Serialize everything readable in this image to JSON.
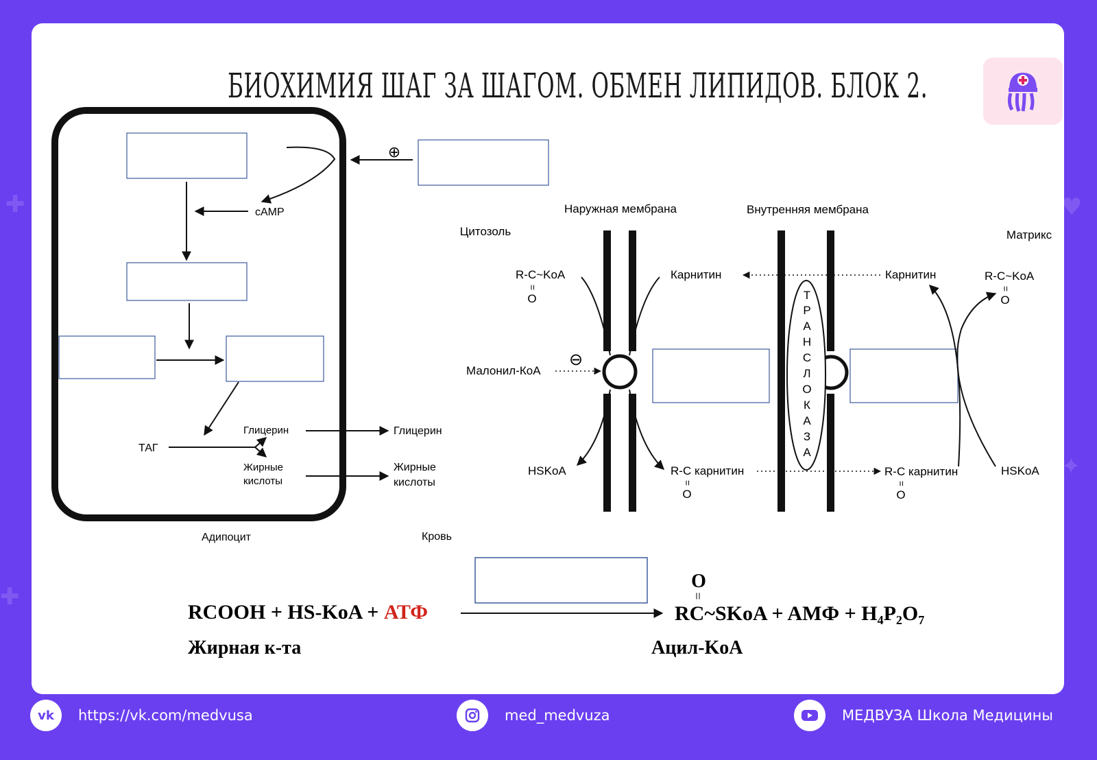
{
  "title": "БИОХИМИЯ ШАГ ЗА ШАГОМ. ОБМЕН ЛИПИДОВ. БЛОК 2.",
  "adipocyte": {
    "camp": "cAMP",
    "tag": "ТАГ",
    "glycerol_in": "Глицерин",
    "fatty_in_1": "Жирные",
    "fatty_in_2": "кислоты",
    "label": "Адипоцит"
  },
  "blood": {
    "glycerol_out": "Глицерин",
    "fatty_out_1": "Жирные",
    "fatty_out_2": "кислоты",
    "label": "Кровь",
    "plus_sign": "⊕"
  },
  "mito": {
    "outer_membrane": "Наружная мембрана",
    "inner_membrane": "Внутренняя мембрана",
    "cytosol": "Цитозоль",
    "matrix": "Матрикс",
    "acyl_coa_left": "R-C~KoA",
    "acyl_coa_right": "R-C~KoA",
    "double_bond": "=",
    "oxygen": "O",
    "carnitine_left": "Карнитин",
    "carnitine_right": "Карнитин",
    "malonyl": "Малонил-КоА",
    "minus_sign": "⊖",
    "hskoa_left": "HSKoA",
    "hskoa_right": "HSKoA",
    "acyl_carnitine_left": "R-C карнитин",
    "acyl_carnitine_right": "R-C карнитин",
    "translocase": [
      "Т",
      "Р",
      "А",
      "Н",
      "С",
      "Л",
      "О",
      "К",
      "А",
      "З",
      "А"
    ]
  },
  "equation": {
    "left": "RCOOH + HS-KoA + ",
    "atp": "АТФ",
    "right_rc": "RC",
    "right_rest": "~SKoA + AMФ + H",
    "sub4": "4",
    "p": "P",
    "sub2": "2",
    "o": "O",
    "sub7": "7",
    "oxygen": "O",
    "double_bond": "=",
    "fatty_acid": "Жирная к-та",
    "acyl_coa": "Ацил-KoA"
  },
  "footer": {
    "vk": "https://vk.com/medvusa",
    "instagram": "med_medvuza",
    "youtube": "МЕДВУЗА Школа Медицины"
  },
  "colors": {
    "background": "#6a3ff0",
    "box_border": "#3d5a9c",
    "atp_red": "#d0241b",
    "logo_bg": "#fde4ec",
    "logo_icon": "#7b4cf2"
  }
}
